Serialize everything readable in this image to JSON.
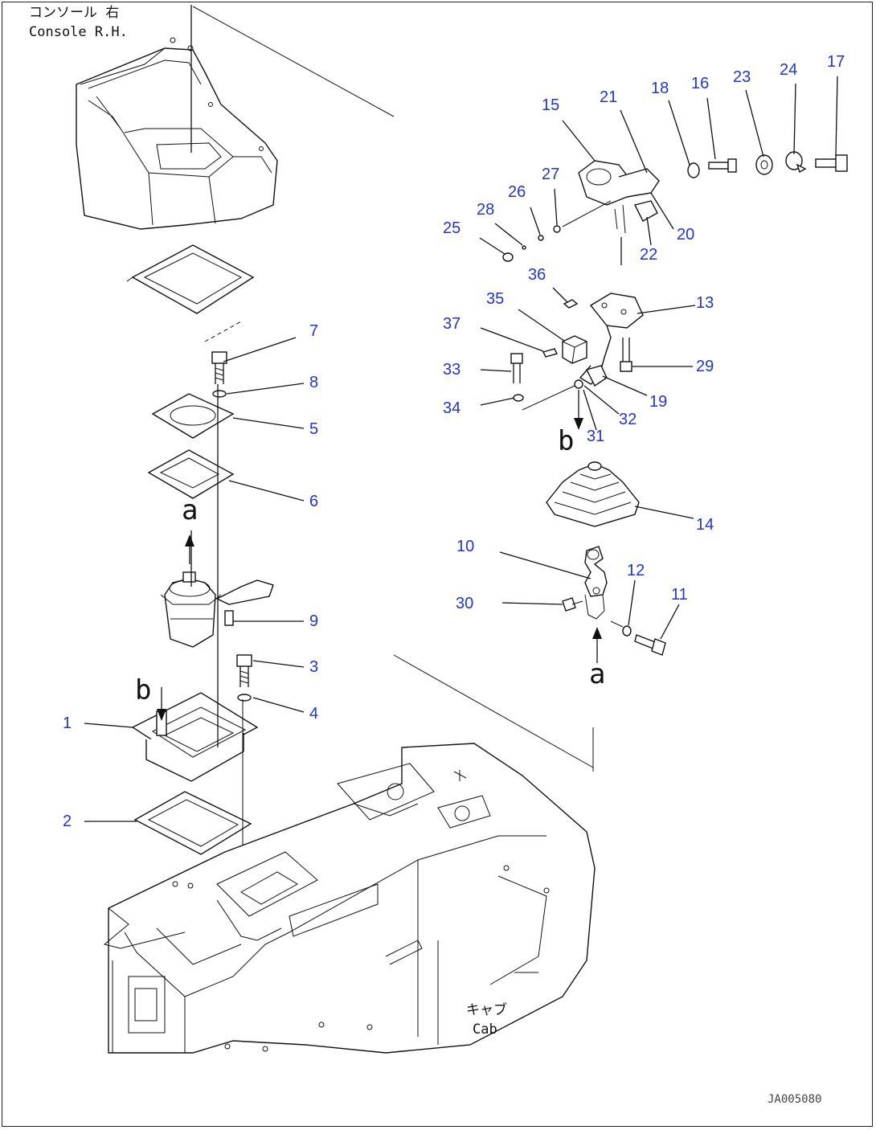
{
  "captions": {
    "console_jp": "コンソール 右",
    "console_en": "Console R.H.",
    "cab_jp": "キャブ",
    "cab_en": "Cab"
  },
  "view_letters": {
    "a_upper": "a",
    "a_lower": "a",
    "b_upper": "b",
    "b_lower": "b"
  },
  "callouts": [
    "1",
    "2",
    "3",
    "4",
    "5",
    "6",
    "7",
    "8",
    "9",
    "10",
    "11",
    "12",
    "13",
    "14",
    "15",
    "16",
    "17",
    "18",
    "19",
    "20",
    "21",
    "22",
    "23",
    "24",
    "25",
    "26",
    "27",
    "28",
    "29",
    "30",
    "31",
    "32",
    "33",
    "34",
    "35",
    "36",
    "37"
  ],
  "doc_id": "JA005080",
  "colors": {
    "callout": "#1f35d6",
    "line": "#111111"
  }
}
